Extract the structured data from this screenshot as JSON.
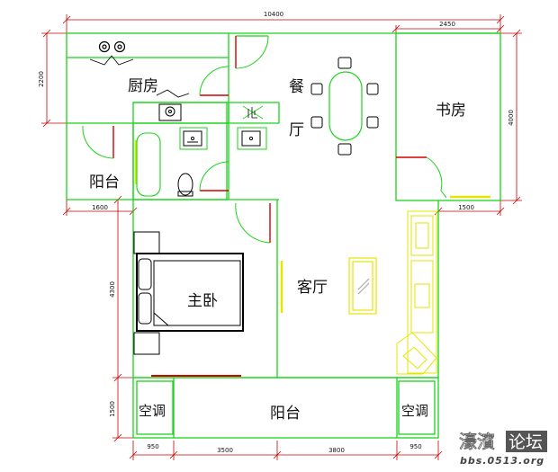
{
  "dimensions": {
    "total_width": "10400",
    "study_width": "2450",
    "kitchen_depth": "2200",
    "study_depth": "4000",
    "balcony_left_width": "1600",
    "right_offset": "1500",
    "bedroom_depth": "4300",
    "balcony_depth": "1500",
    "bottom_1": "950",
    "bottom_2": "3500",
    "bottom_3": "3800",
    "bottom_4": "950"
  },
  "rooms": {
    "kitchen": "厨房",
    "dining_1": "餐",
    "dining_2": "厅",
    "study": "书房",
    "balcony_left_1": "阳",
    "balcony_left_2": "台",
    "master_bedroom": "主卧",
    "living_room": "客厅",
    "balcony_bottom": "阳台",
    "ac_left": "空调",
    "ac_right": "空调"
  },
  "watermark": {
    "title": "濠濱",
    "badge": "论坛",
    "url": "bbs.0513.org"
  },
  "colors": {
    "wall": "#19d419",
    "dimension": "#c40000",
    "furniture": "#000000",
    "window": "#e6e600",
    "door_red": "#d40000"
  }
}
